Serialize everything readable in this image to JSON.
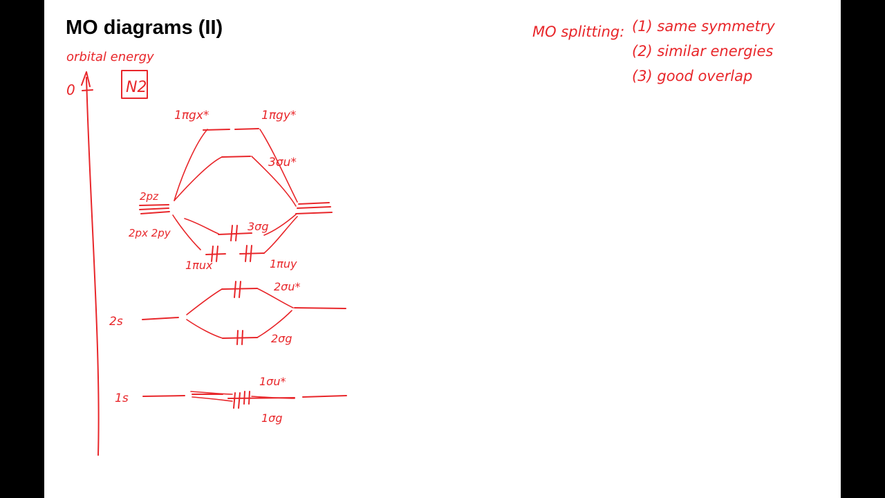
{
  "slide": {
    "title": "MO diagrams (II)",
    "ink_color": "#e8262a",
    "background": "#ffffff"
  },
  "axis": {
    "label": "orbital energy",
    "zero": "0"
  },
  "molecule": "N2",
  "atomic_orbitals": {
    "p_z": "2pz",
    "p_xy": "2px 2py",
    "s2": "2s",
    "s1": "1s"
  },
  "molecular_orbitals": [
    {
      "id": "pi_gx_star",
      "label": "1πgx*",
      "occupancy": 0
    },
    {
      "id": "pi_gy_star",
      "label": "1πgy*",
      "occupancy": 0
    },
    {
      "id": "sigma3u_star",
      "label": "3σu*",
      "occupancy": 0
    },
    {
      "id": "sigma3g",
      "label": "3σg",
      "occupancy": 2
    },
    {
      "id": "pi_ux",
      "label": "1πux",
      "occupancy": 2
    },
    {
      "id": "pi_uy",
      "label": "1πuy",
      "occupancy": 2
    },
    {
      "id": "sigma2u_star",
      "label": "2σu*",
      "occupancy": 2
    },
    {
      "id": "sigma2g",
      "label": "2σg",
      "occupancy": 2
    },
    {
      "id": "sigma1u_star",
      "label": "1σu*",
      "occupancy": 2
    },
    {
      "id": "sigma1g",
      "label": "1σg",
      "occupancy": 2
    }
  ],
  "splitting_notes": {
    "heading": "MO splitting:",
    "items": [
      "(1) same symmetry",
      "(2) similar energies",
      "(3) good overlap"
    ]
  }
}
